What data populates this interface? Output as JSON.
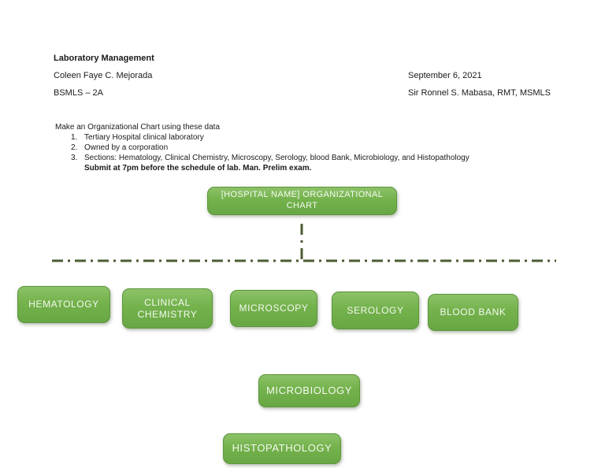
{
  "header": {
    "subject": "Laboratory Management",
    "student_name": "Coleen Faye C. Mejorada",
    "class_section": "BSMLS – 2A",
    "date": "September 6, 2021",
    "instructor": "Sir Ronnel S. Mabasa, RMT, MSMLS"
  },
  "assignment": {
    "intro": "Make an Organizational Chart using these data",
    "items": [
      {
        "num": "1.",
        "text": "Tertiary Hospital clinical laboratory"
      },
      {
        "num": "2.",
        "text": "Owned by a corporation"
      },
      {
        "num": "3.",
        "text": "Sections: Hematology, Clinical Chemistry, Microscopy, Serology, blood Bank, Microbiology, and Histopathology"
      }
    ],
    "note": "Submit at 7pm before the schedule of lab. Man. Prelim exam."
  },
  "org_chart": {
    "root": "[HOSPITAL NAME] ORGANIZATIONAL CHART",
    "level1": [
      "HEMATOLOGY",
      "CLINICAL CHEMISTRY",
      "MICROSCOPY",
      "SEROLOGY",
      "BLOOD BANK"
    ],
    "level2": "MICROBIOLOGY",
    "level3": "HISTOPATHOLOGY"
  },
  "colors": {
    "box_fill_top": "#8cc268",
    "box_fill": "#6fae49",
    "box_border": "#5c963a",
    "box_text": "#eef5e8",
    "connector": "#4b5d33",
    "body_text": "#1a1a1a",
    "page_background": "#ffffff"
  }
}
